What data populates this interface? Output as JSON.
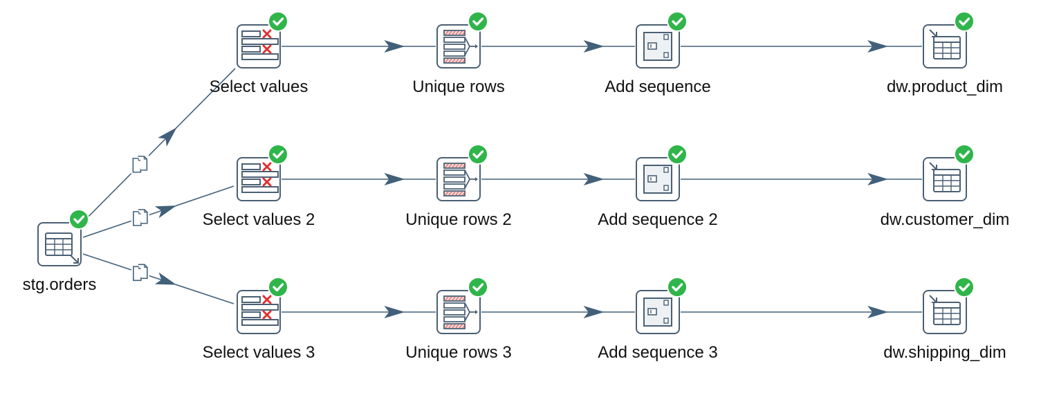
{
  "colors": {
    "hop_line": "#42607a",
    "border": "#4a5f73",
    "ok_badge": "#2fb54a",
    "remove_mark": "#e0322f"
  },
  "source": {
    "label": "stg.orders",
    "icon": "table-input-icon"
  },
  "rows": [
    {
      "select": "Select values",
      "unique": "Unique rows",
      "sequence": "Add sequence",
      "output": "dw.product_dim"
    },
    {
      "select": "Select values 2",
      "unique": "Unique rows 2",
      "sequence": "Add sequence 2",
      "output": "dw.customer_dim"
    },
    {
      "select": "Select values 3",
      "unique": "Unique rows 3",
      "sequence": "Add sequence 3",
      "output": "dw.shipping_dim"
    }
  ],
  "hops": {
    "distribute_icon": "copy-rows-icon",
    "step_status_icon": "success-check-icon"
  }
}
